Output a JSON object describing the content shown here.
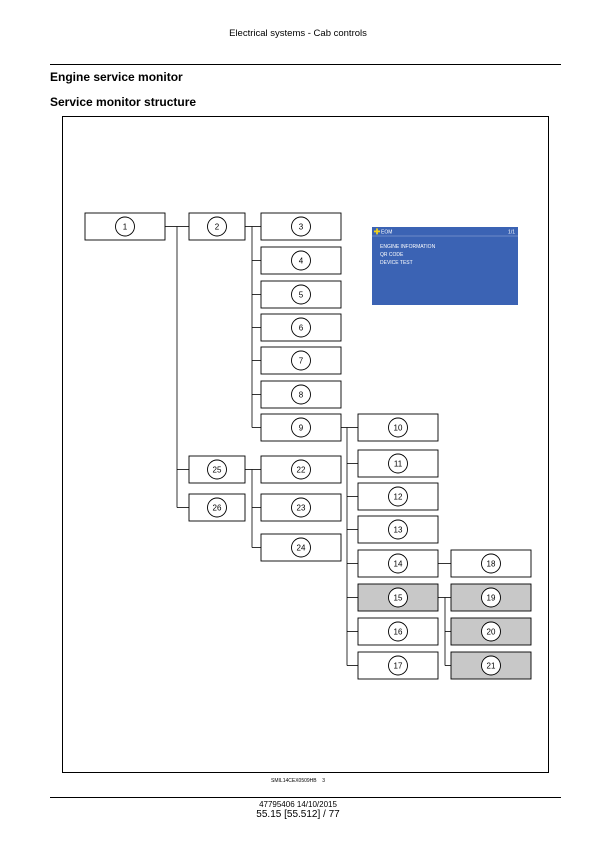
{
  "header": {
    "title": "Electrical systems - Cab controls"
  },
  "section": {
    "title": "Engine service monitor",
    "subtitle": "Service monitor structure"
  },
  "diagram": {
    "nodes": [
      "1",
      "2",
      "3",
      "4",
      "5",
      "6",
      "7",
      "8",
      "9",
      "10",
      "11",
      "12",
      "13",
      "14",
      "15",
      "16",
      "17",
      "18",
      "19",
      "20",
      "21",
      "22",
      "23",
      "24",
      "25",
      "26"
    ],
    "highlighted_nodes": [
      "15",
      "19",
      "20",
      "21"
    ],
    "connections": [
      [
        "1",
        "2"
      ],
      [
        "1",
        "25"
      ],
      [
        "1",
        "26"
      ],
      [
        "2",
        "3"
      ],
      [
        "2",
        "4"
      ],
      [
        "2",
        "5"
      ],
      [
        "2",
        "6"
      ],
      [
        "2",
        "7"
      ],
      [
        "2",
        "8"
      ],
      [
        "2",
        "9"
      ],
      [
        "9",
        "10"
      ],
      [
        "9",
        "11"
      ],
      [
        "9",
        "12"
      ],
      [
        "9",
        "13"
      ],
      [
        "9",
        "14"
      ],
      [
        "9",
        "15"
      ],
      [
        "9",
        "16"
      ],
      [
        "9",
        "17"
      ],
      [
        "14",
        "18"
      ],
      [
        "15",
        "19"
      ],
      [
        "15",
        "20"
      ],
      [
        "15",
        "21"
      ],
      [
        "25",
        "22"
      ],
      [
        "25",
        "23"
      ],
      [
        "25",
        "24"
      ]
    ],
    "colors": {
      "highlight_fill": "#c8c8c8",
      "screen_bg": "#3b63b4",
      "screen_icon": "#f2d21b"
    },
    "screen": {
      "title": "EOM",
      "page": "1/1",
      "menu": [
        "ENGINE INFORMATION",
        "QR CODE",
        "DEVICE TEST"
      ]
    }
  },
  "figure": {
    "caption": "SMIL14CEX0509HB",
    "number": "3"
  },
  "footer": {
    "doc": "47795406 14/10/2015",
    "page": "55.15 [55.512] / 77"
  }
}
